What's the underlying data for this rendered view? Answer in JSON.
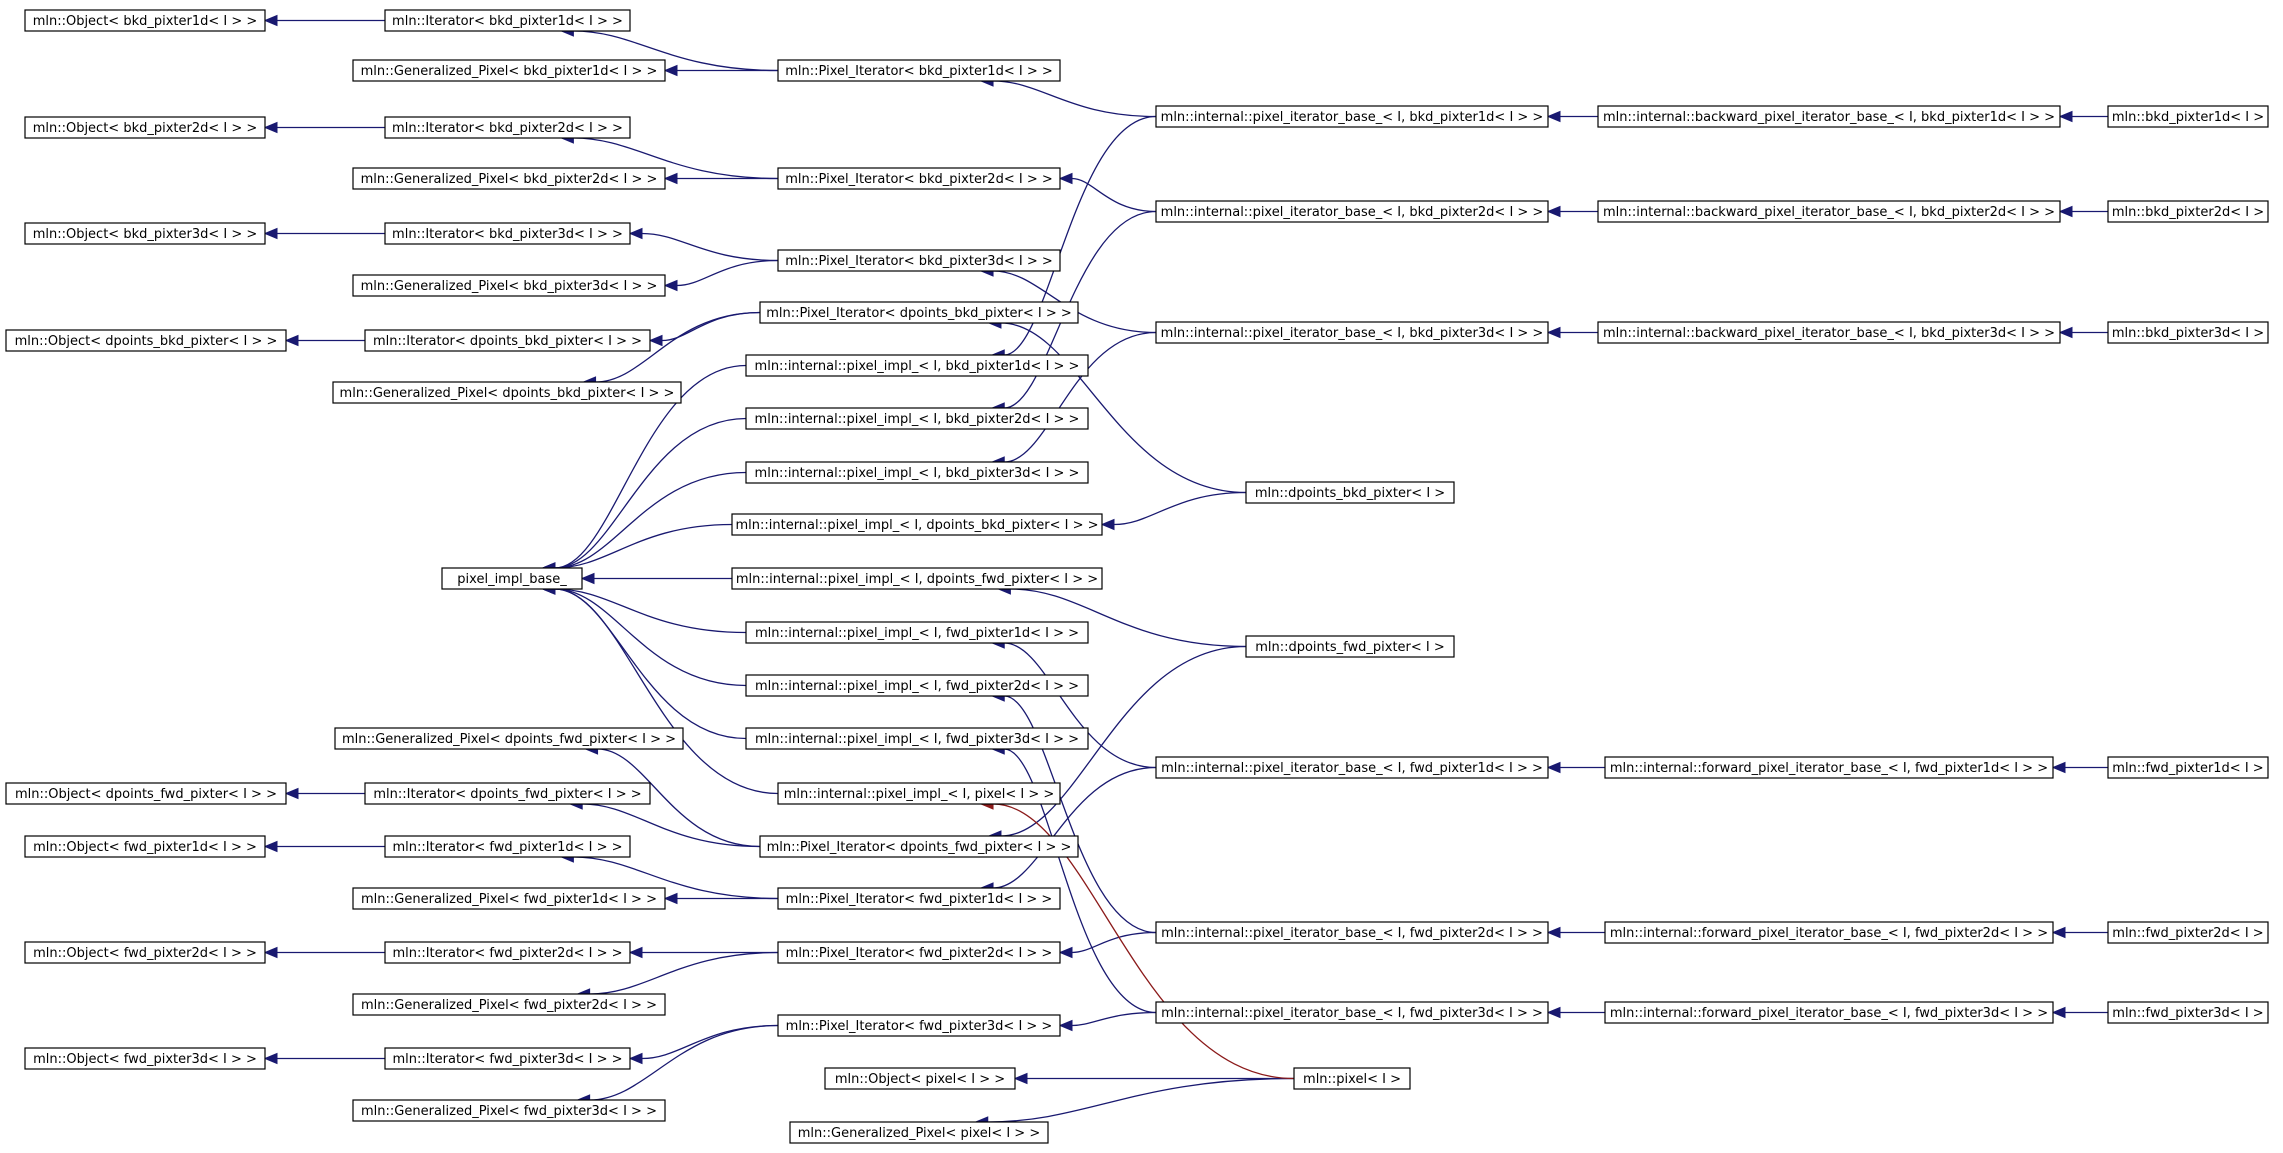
{
  "nodes": [
    {
      "id": "obj_bkd1d",
      "label": "mln::Object< bkd_pixter1d< I > >"
    },
    {
      "id": "it_bkd1d",
      "label": "mln::Iterator< bkd_pixter1d< I > >"
    },
    {
      "id": "gp_bkd1d",
      "label": "mln::Generalized_Pixel< bkd_pixter1d< I > >"
    },
    {
      "id": "pi_bkd1d",
      "label": "mln::Pixel_Iterator< bkd_pixter1d< I > >"
    },
    {
      "id": "pib_bkd1d",
      "label": "mln::internal::pixel_iterator_base_< I, bkd_pixter1d< I > >"
    },
    {
      "id": "bpib_bkd1d",
      "label": "mln::internal::backward_pixel_iterator_base_< I, bkd_pixter1d< I > >"
    },
    {
      "id": "bkd1d",
      "label": "mln::bkd_pixter1d< I >"
    },
    {
      "id": "obj_bkd2d",
      "label": "mln::Object< bkd_pixter2d< I > >"
    },
    {
      "id": "it_bkd2d",
      "label": "mln::Iterator< bkd_pixter2d< I > >"
    },
    {
      "id": "gp_bkd2d",
      "label": "mln::Generalized_Pixel< bkd_pixter2d< I > >"
    },
    {
      "id": "pi_bkd2d",
      "label": "mln::Pixel_Iterator< bkd_pixter2d< I > >"
    },
    {
      "id": "pib_bkd2d",
      "label": "mln::internal::pixel_iterator_base_< I, bkd_pixter2d< I > >"
    },
    {
      "id": "bpib_bkd2d",
      "label": "mln::internal::backward_pixel_iterator_base_< I, bkd_pixter2d< I > >"
    },
    {
      "id": "bkd2d",
      "label": "mln::bkd_pixter2d< I >"
    },
    {
      "id": "obj_bkd3d",
      "label": "mln::Object< bkd_pixter3d< I > >"
    },
    {
      "id": "it_bkd3d",
      "label": "mln::Iterator< bkd_pixter3d< I > >"
    },
    {
      "id": "gp_bkd3d",
      "label": "mln::Generalized_Pixel< bkd_pixter3d< I > >"
    },
    {
      "id": "pi_bkd3d",
      "label": "mln::Pixel_Iterator< bkd_pixter3d< I > >"
    },
    {
      "id": "pib_bkd3d",
      "label": "mln::internal::pixel_iterator_base_< I, bkd_pixter3d< I > >"
    },
    {
      "id": "bpib_bkd3d",
      "label": "mln::internal::backward_pixel_iterator_base_< I, bkd_pixter3d< I > >"
    },
    {
      "id": "bkd3d",
      "label": "mln::bkd_pixter3d< I >"
    },
    {
      "id": "obj_dbkd",
      "label": "mln::Object< dpoints_bkd_pixter< I > >"
    },
    {
      "id": "it_dbkd",
      "label": "mln::Iterator< dpoints_bkd_pixter< I > >"
    },
    {
      "id": "gp_dbkd",
      "label": "mln::Generalized_Pixel< dpoints_bkd_pixter< I > >"
    },
    {
      "id": "pi_dbkd",
      "label": "mln::Pixel_Iterator< dpoints_bkd_pixter< I > >"
    },
    {
      "id": "impl_bkd1d",
      "label": "mln::internal::pixel_impl_< I, bkd_pixter1d< I > >"
    },
    {
      "id": "impl_bkd2d",
      "label": "mln::internal::pixel_impl_< I, bkd_pixter2d< I > >"
    },
    {
      "id": "impl_bkd3d",
      "label": "mln::internal::pixel_impl_< I, bkd_pixter3d< I > >"
    },
    {
      "id": "impl_dbkd",
      "label": "mln::internal::pixel_impl_< I, dpoints_bkd_pixter< I > >"
    },
    {
      "id": "dbkd",
      "label": "mln::dpoints_bkd_pixter< I >"
    },
    {
      "id": "pix_base",
      "label": "pixel_impl_base_"
    },
    {
      "id": "impl_dfwd",
      "label": "mln::internal::pixel_impl_< I, dpoints_fwd_pixter< I > >"
    },
    {
      "id": "impl_fwd1d",
      "label": "mln::internal::pixel_impl_< I, fwd_pixter1d< I > >"
    },
    {
      "id": "dfwd",
      "label": "mln::dpoints_fwd_pixter< I >"
    },
    {
      "id": "impl_fwd2d",
      "label": "mln::internal::pixel_impl_< I, fwd_pixter2d< I > >"
    },
    {
      "id": "impl_fwd3d",
      "label": "mln::internal::pixel_impl_< I, fwd_pixter3d< I > >"
    },
    {
      "id": "gp_dfwd",
      "label": "mln::Generalized_Pixel< dpoints_fwd_pixter< I > >"
    },
    {
      "id": "pib_fwd1d",
      "label": "mln::internal::pixel_iterator_base_< I, fwd_pixter1d< I > >"
    },
    {
      "id": "fpib_fwd1d",
      "label": "mln::internal::forward_pixel_iterator_base_< I, fwd_pixter1d< I > >"
    },
    {
      "id": "fwd1d",
      "label": "mln::fwd_pixter1d< I >"
    },
    {
      "id": "obj_dfwd",
      "label": "mln::Object< dpoints_fwd_pixter< I > >"
    },
    {
      "id": "it_dfwd",
      "label": "mln::Iterator< dpoints_fwd_pixter< I > >"
    },
    {
      "id": "impl_pixel",
      "label": "mln::internal::pixel_impl_< I, pixel< I > >"
    },
    {
      "id": "obj_fwd1d",
      "label": "mln::Object< fwd_pixter1d< I > >"
    },
    {
      "id": "it_fwd1d",
      "label": "mln::Iterator< fwd_pixter1d< I > >"
    },
    {
      "id": "pi_dfwd",
      "label": "mln::Pixel_Iterator< dpoints_fwd_pixter< I > >"
    },
    {
      "id": "gp_fwd1d",
      "label": "mln::Generalized_Pixel< fwd_pixter1d< I > >"
    },
    {
      "id": "pi_fwd1d",
      "label": "mln::Pixel_Iterator< fwd_pixter1d< I > >"
    },
    {
      "id": "obj_fwd2d",
      "label": "mln::Object< fwd_pixter2d< I > >"
    },
    {
      "id": "it_fwd2d",
      "label": "mln::Iterator< fwd_pixter2d< I > >"
    },
    {
      "id": "pi_fwd2d",
      "label": "mln::Pixel_Iterator< fwd_pixter2d< I > >"
    },
    {
      "id": "pib_fwd2d",
      "label": "mln::internal::pixel_iterator_base_< I, fwd_pixter2d< I > >"
    },
    {
      "id": "fpib_fwd2d",
      "label": "mln::internal::forward_pixel_iterator_base_< I, fwd_pixter2d< I > >"
    },
    {
      "id": "fwd2d",
      "label": "mln::fwd_pixter2d< I >"
    },
    {
      "id": "gp_fwd2d",
      "label": "mln::Generalized_Pixel< fwd_pixter2d< I > >"
    },
    {
      "id": "pi_fwd3d",
      "label": "mln::Pixel_Iterator< fwd_pixter3d< I > >"
    },
    {
      "id": "pib_fwd3d",
      "label": "mln::internal::pixel_iterator_base_< I, fwd_pixter3d< I > >"
    },
    {
      "id": "fpib_fwd3d",
      "label": "mln::internal::forward_pixel_iterator_base_< I, fwd_pixter3d< I > >"
    },
    {
      "id": "fwd3d",
      "label": "mln::fwd_pixter3d< I >"
    },
    {
      "id": "obj_fwd3d",
      "label": "mln::Object< fwd_pixter3d< I > >"
    },
    {
      "id": "it_fwd3d",
      "label": "mln::Iterator< fwd_pixter3d< I > >"
    },
    {
      "id": "obj_pixel",
      "label": "mln::Object< pixel< I > >"
    },
    {
      "id": "pixel",
      "label": "mln::pixel< I >"
    },
    {
      "id": "gp_fwd3d",
      "label": "mln::Generalized_Pixel< fwd_pixter3d< I > >"
    },
    {
      "id": "gp_pixel",
      "label": "mln::Generalized_Pixel< pixel< I > >"
    }
  ],
  "edges": [
    {
      "from": "it_bkd1d",
      "to": "obj_bkd1d"
    },
    {
      "from": "pi_bkd1d",
      "to": "it_bkd1d"
    },
    {
      "from": "pi_bkd1d",
      "to": "gp_bkd1d"
    },
    {
      "from": "pib_bkd1d",
      "to": "pi_bkd1d"
    },
    {
      "from": "bpib_bkd1d",
      "to": "pib_bkd1d"
    },
    {
      "from": "bkd1d",
      "to": "bpib_bkd1d"
    },
    {
      "from": "pib_bkd1d",
      "to": "impl_bkd1d"
    },
    {
      "from": "it_bkd2d",
      "to": "obj_bkd2d"
    },
    {
      "from": "pi_bkd2d",
      "to": "it_bkd2d"
    },
    {
      "from": "pi_bkd2d",
      "to": "gp_bkd2d"
    },
    {
      "from": "pib_bkd2d",
      "to": "pi_bkd2d"
    },
    {
      "from": "bpib_bkd2d",
      "to": "pib_bkd2d"
    },
    {
      "from": "bkd2d",
      "to": "bpib_bkd2d"
    },
    {
      "from": "pib_bkd2d",
      "to": "impl_bkd2d"
    },
    {
      "from": "it_bkd3d",
      "to": "obj_bkd3d"
    },
    {
      "from": "pi_bkd3d",
      "to": "it_bkd3d"
    },
    {
      "from": "pi_bkd3d",
      "to": "gp_bkd3d"
    },
    {
      "from": "pib_bkd3d",
      "to": "pi_bkd3d"
    },
    {
      "from": "bpib_bkd3d",
      "to": "pib_bkd3d"
    },
    {
      "from": "bkd3d",
      "to": "bpib_bkd3d"
    },
    {
      "from": "pib_bkd3d",
      "to": "impl_bkd3d"
    },
    {
      "from": "it_dbkd",
      "to": "obj_dbkd"
    },
    {
      "from": "pi_dbkd",
      "to": "it_dbkd"
    },
    {
      "from": "pi_dbkd",
      "to": "gp_dbkd"
    },
    {
      "from": "dbkd",
      "to": "pi_dbkd"
    },
    {
      "from": "dbkd",
      "to": "impl_dbkd"
    },
    {
      "from": "impl_bkd1d",
      "to": "pix_base"
    },
    {
      "from": "impl_bkd2d",
      "to": "pix_base"
    },
    {
      "from": "impl_bkd3d",
      "to": "pix_base"
    },
    {
      "from": "impl_dbkd",
      "to": "pix_base"
    },
    {
      "from": "impl_dfwd",
      "to": "pix_base"
    },
    {
      "from": "impl_fwd1d",
      "to": "pix_base"
    },
    {
      "from": "impl_fwd2d",
      "to": "pix_base"
    },
    {
      "from": "impl_fwd3d",
      "to": "pix_base"
    },
    {
      "from": "impl_pixel",
      "to": "pix_base"
    },
    {
      "from": "dfwd",
      "to": "impl_dfwd"
    },
    {
      "from": "dfwd",
      "to": "pi_dfwd"
    },
    {
      "from": "pib_fwd1d",
      "to": "impl_fwd1d"
    },
    {
      "from": "pib_fwd1d",
      "to": "pi_fwd1d"
    },
    {
      "from": "fpib_fwd1d",
      "to": "pib_fwd1d"
    },
    {
      "from": "fwd1d",
      "to": "fpib_fwd1d"
    },
    {
      "from": "it_dfwd",
      "to": "obj_dfwd"
    },
    {
      "from": "pi_dfwd",
      "to": "it_dfwd"
    },
    {
      "from": "pi_dfwd",
      "to": "gp_dfwd"
    },
    {
      "from": "it_fwd1d",
      "to": "obj_fwd1d"
    },
    {
      "from": "pi_fwd1d",
      "to": "it_fwd1d"
    },
    {
      "from": "pi_fwd1d",
      "to": "gp_fwd1d"
    },
    {
      "from": "it_fwd2d",
      "to": "obj_fwd2d"
    },
    {
      "from": "pi_fwd2d",
      "to": "it_fwd2d"
    },
    {
      "from": "pi_fwd2d",
      "to": "gp_fwd2d"
    },
    {
      "from": "pib_fwd2d",
      "to": "pi_fwd2d"
    },
    {
      "from": "pib_fwd2d",
      "to": "impl_fwd2d"
    },
    {
      "from": "fpib_fwd2d",
      "to": "pib_fwd2d"
    },
    {
      "from": "fwd2d",
      "to": "fpib_fwd2d"
    },
    {
      "from": "it_fwd3d",
      "to": "obj_fwd3d"
    },
    {
      "from": "pi_fwd3d",
      "to": "it_fwd3d"
    },
    {
      "from": "pi_fwd3d",
      "to": "gp_fwd3d"
    },
    {
      "from": "pib_fwd3d",
      "to": "pi_fwd3d"
    },
    {
      "from": "pib_fwd3d",
      "to": "impl_fwd3d"
    },
    {
      "from": "fpib_fwd3d",
      "to": "pib_fwd3d"
    },
    {
      "from": "fwd3d",
      "to": "fpib_fwd3d"
    },
    {
      "from": "pixel",
      "to": "obj_pixel"
    },
    {
      "from": "pixel",
      "to": "gp_pixel"
    },
    {
      "from": "pixel",
      "to": "impl_pixel",
      "kind": "red"
    }
  ]
}
